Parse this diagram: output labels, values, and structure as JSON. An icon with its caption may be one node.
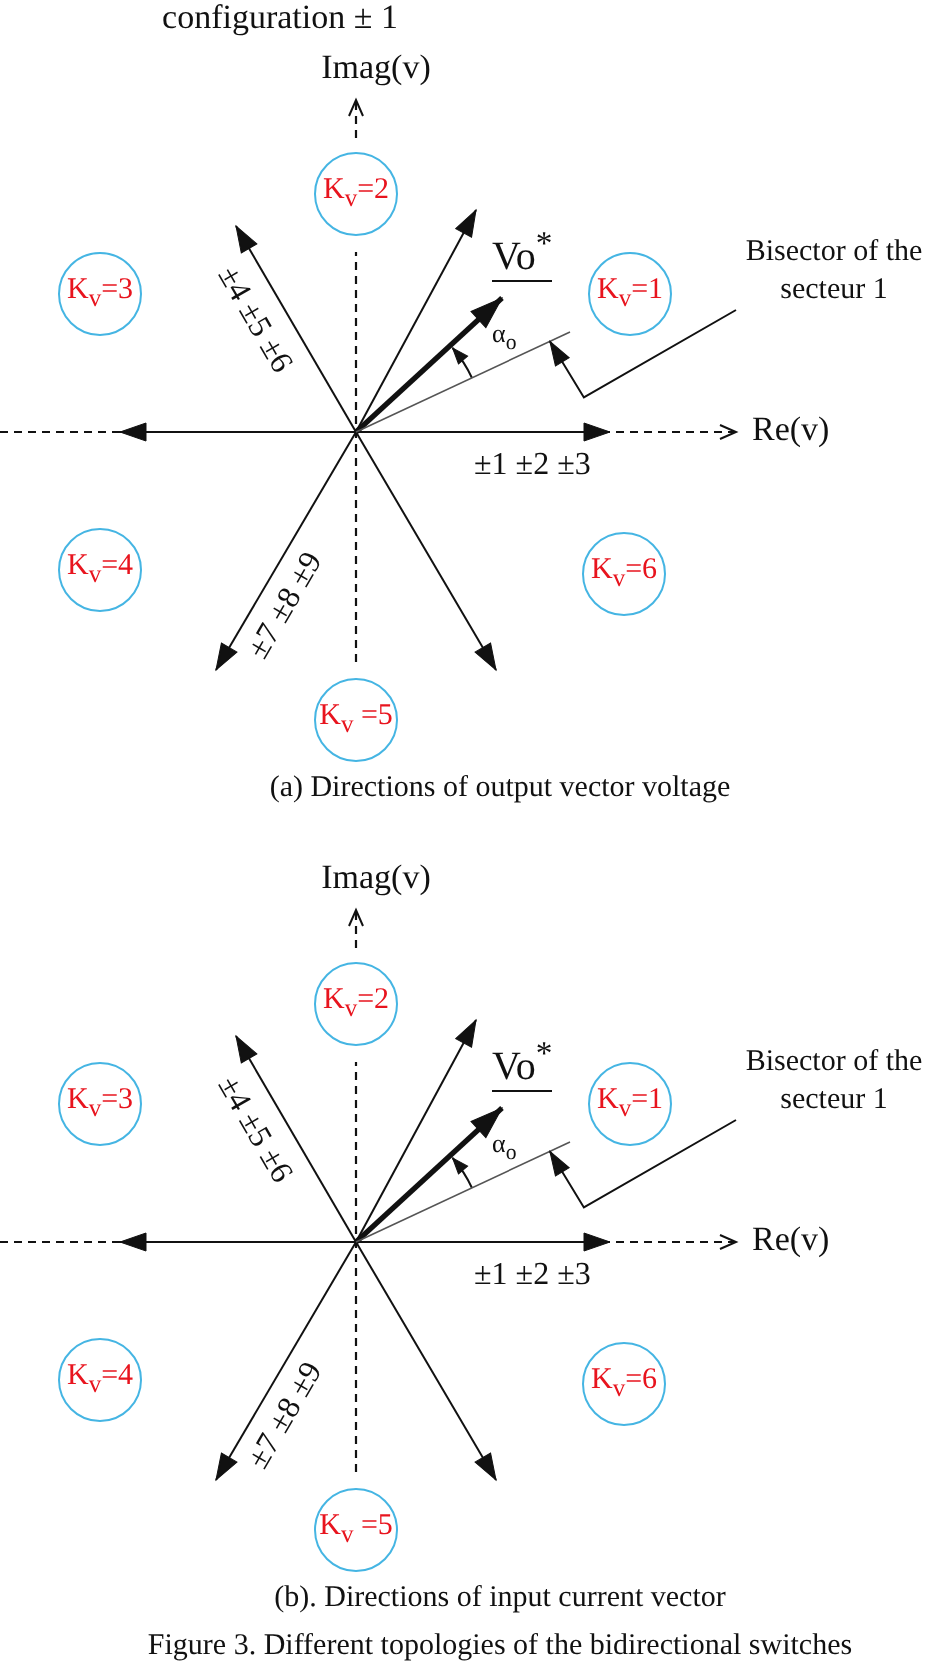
{
  "diagram": {
    "caption": "Figure 3. Different topologies of the bidirectional switches",
    "nodes": [
      {
        "text": [
          "K$_{v}$=2"
        ]
      },
      {
        "text": [
          "K$_{v}$=3"
        ]
      },
      {
        "text": [
          "K$_{v}$=1"
        ]
      },
      {
        "text": [
          "Bisector of the secteur 1"
        ]
      },
      {
        "text": [],
        "shape": "line"
      },
      {
        "text": [
          "K$_{v}$=4"
        ]
      },
      {
        "text": [
          "K$_{v}$=6"
        ]
      },
      {
        "text": [
          "K$_{v}$ =5"
        ]
      },
      {
        "text": [
          "K$_{v}$=2"
        ]
      },
      {
        "text": [
          "K$_{v}$=3"
        ]
      },
      {
        "text": [
          "K$_{v}$=1"
        ]
      },
      {
        "text": [
          "Bisector of the secteur 1"
        ]
      },
      {
        "text": [],
        "shape": "line"
      },
      {
        "text": [
          "K$_{v}$=4"
        ]
      },
      {
        "text": [
          "K$_{v}$=6"
        ]
      },
      {
        "text": [
          "K$_{v}$ =5"
        ]
      }
    ],
    "edges": [
      {
        "from": 3,
        "to": 4,
        "arrow": "to"
      },
      {
        "from": 11,
        "to": 12,
        "arrow": "to"
      }
    ],
    "labels": [
      "configuration ± 1",
      "Imag(v)",
      "±4 ±5 ±6",
      "Vo$^{*}$",
      "α$_{o}$",
      "Re(v)",
      "±1 ±2 ±3",
      "±7 ±8 ±9",
      "(a) Directions of output vector voltage",
      "Imag(v)",
      "±4 ±5 ±6",
      "Vo$^{*}$",
      "α$_{o}$",
      "Re(v)",
      "±1 ±2 ±3",
      "±7 ±8 ±9",
      "(b). Directions of input current vector"
    ]
  }
}
